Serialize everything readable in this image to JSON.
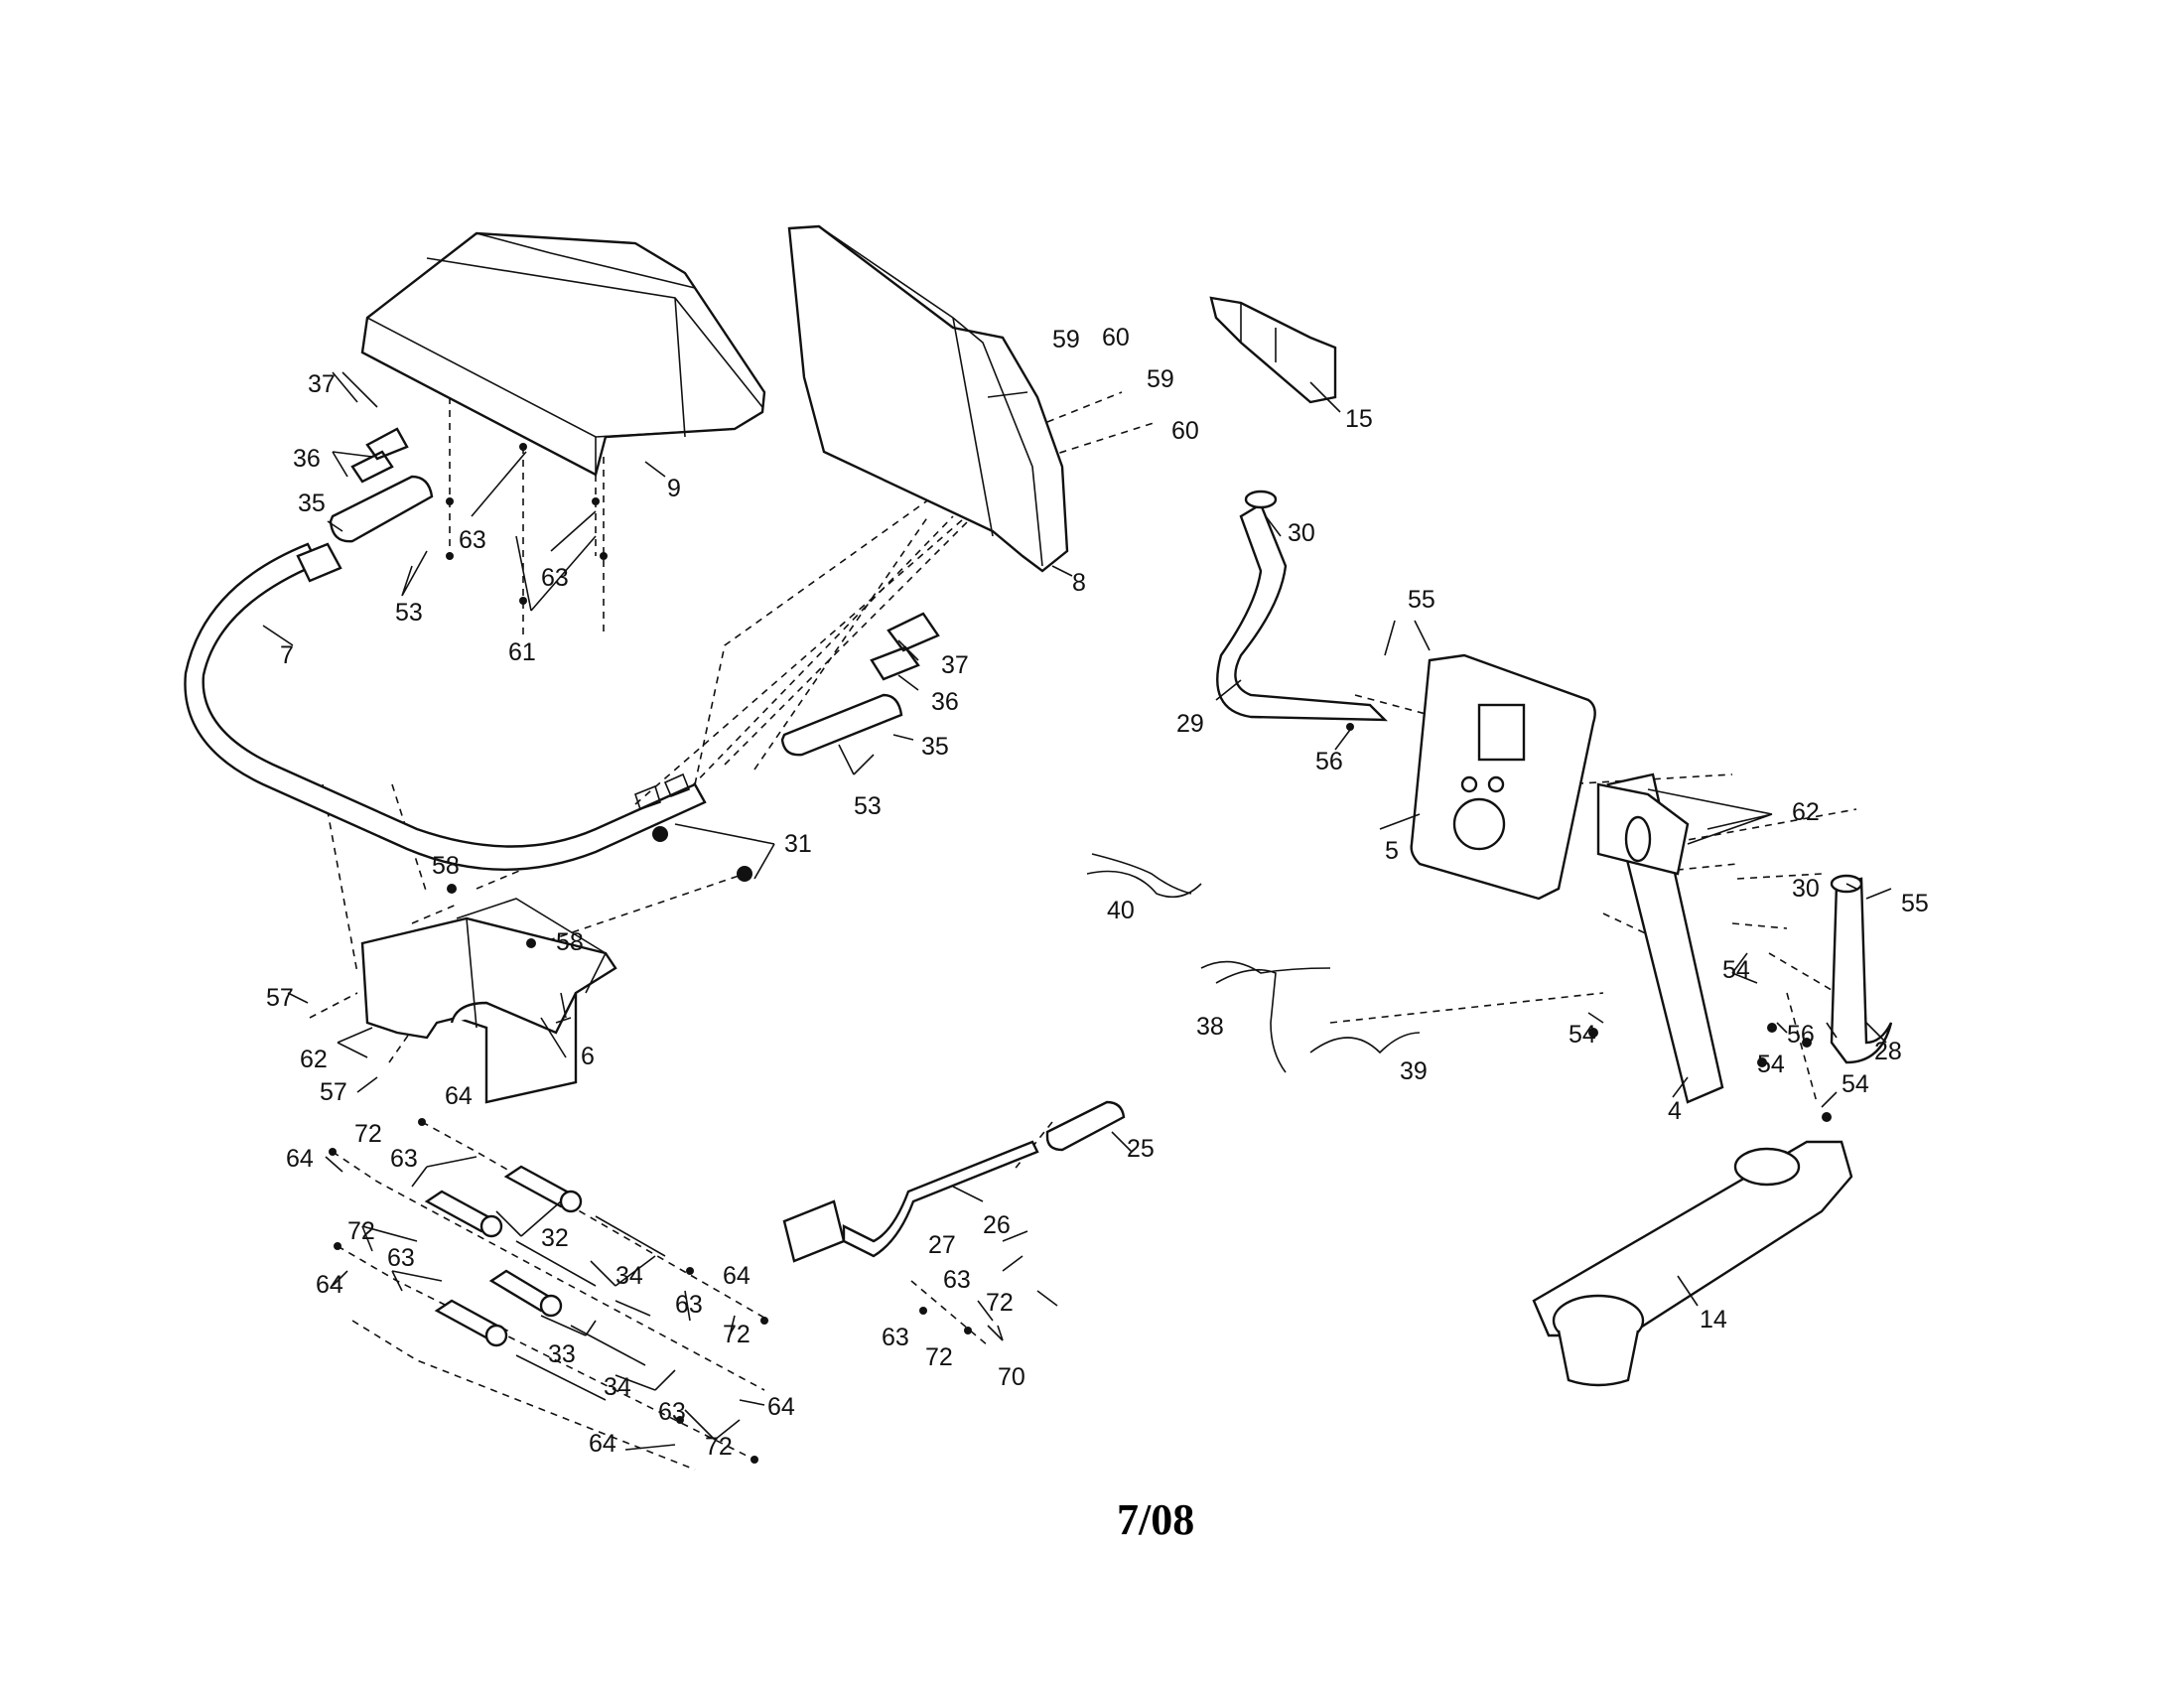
{
  "footer": {
    "code": "7/08"
  },
  "callouts": {
    "p37a": "37",
    "p36a": "36",
    "p35a": "35",
    "p53a": "53",
    "p7": "7",
    "p9": "9",
    "p63a": "63",
    "p63b": "63",
    "p61": "61",
    "p8": "8",
    "p59a": "59",
    "p60a": "60",
    "p59b": "59",
    "p60b": "60",
    "p15": "15",
    "p30a": "30",
    "p29": "29",
    "p55a": "55",
    "p56a": "56",
    "p37b": "37",
    "p36b": "36",
    "p35b": "35",
    "p53b": "53",
    "p31": "31",
    "p5": "5",
    "p62a": "62",
    "p30b": "30",
    "p55b": "55",
    "p58a": "58",
    "p58b": "58",
    "p57a": "57",
    "p57b": "57",
    "p62b": "62",
    "p6": "6",
    "p40": "40",
    "p38": "38",
    "p39": "39",
    "p54a": "54",
    "p54b": "54",
    "p54c": "54",
    "p54d": "54",
    "p56b": "56",
    "p28": "28",
    "p4": "4",
    "p64a": "64",
    "p72a": "72",
    "p63c": "63",
    "p64b": "64",
    "p32": "32",
    "p72b": "72",
    "p63d": "63",
    "p64c": "64",
    "p34a": "34",
    "p63e": "63",
    "p72c": "72",
    "p64d": "64",
    "p33": "33",
    "p34b": "34",
    "p63f": "63",
    "p72d": "72",
    "p64e": "64",
    "p64f": "64",
    "p25": "25",
    "p26": "26",
    "p27": "27",
    "p63g": "63",
    "p72e": "72",
    "p63h": "63",
    "p72f": "72",
    "p70": "70",
    "p14": "14"
  }
}
